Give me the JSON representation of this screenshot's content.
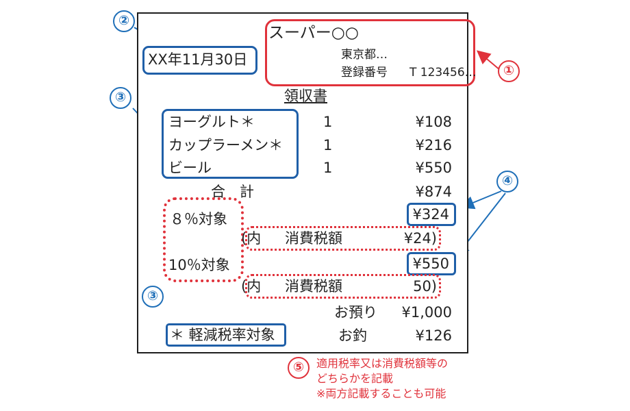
{
  "receipt": {
    "date": "XX年11月30日",
    "store_name": "スーパー○○",
    "address": "東京都…",
    "registration_label": "登録番号",
    "registration_number": "T 123456…",
    "title": "領収書",
    "items": [
      {
        "name": "ヨーグルト＊",
        "qty": "1",
        "price": "¥108"
      },
      {
        "name": "カップラーメン＊",
        "qty": "1",
        "price": "¥216"
      },
      {
        "name": "ビール",
        "qty": "1",
        "price": "¥550"
      }
    ],
    "total_label": "合　計",
    "total_value": "¥874",
    "rate8_label": "８％対象",
    "rate8_value": "¥324",
    "tax8_open": "(内",
    "tax8_label": "消費税額",
    "tax8_value": "¥24)",
    "rate10_label": "10％対象",
    "rate10_value": "¥550",
    "tax10_open": "(内",
    "tax10_label": "消費税額",
    "tax10_value": "50)",
    "deposit_label": "お預り",
    "deposit_value": "¥1,000",
    "change_label": "お釣",
    "change_value": "¥126",
    "reduced_rate_note": "＊ 軽減税率対象"
  },
  "markers": [
    "①",
    "②",
    "③",
    "③",
    "④",
    "⑤"
  ],
  "note_lines": [
    "適用税率又は消費税額等の",
    "どちらかを記載",
    "※両方記載することも可能"
  ],
  "colors": {
    "blue": "#1f5fa8",
    "red": "#e0323b",
    "border": "#1e1e1e"
  }
}
